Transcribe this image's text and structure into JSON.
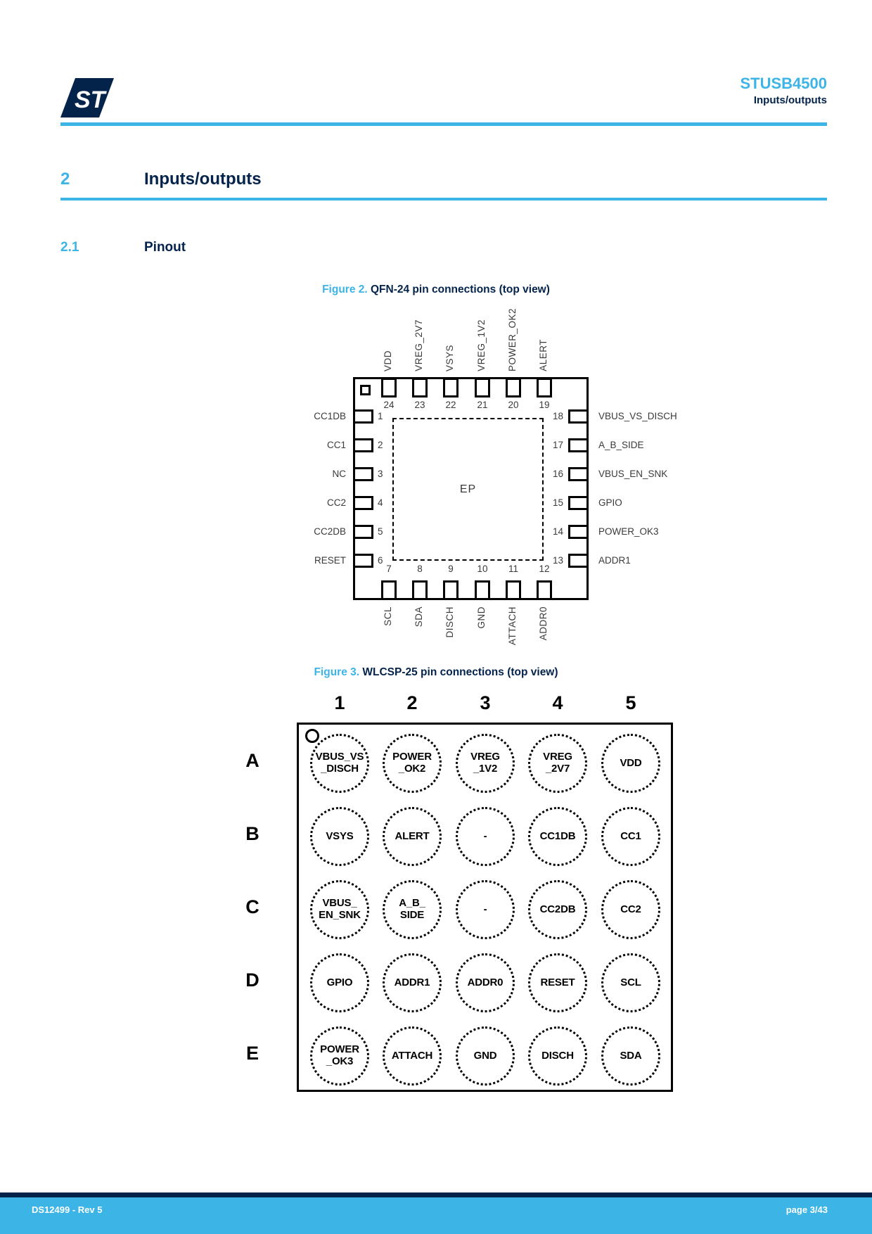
{
  "header": {
    "product": "STUSB4500",
    "subtitle": "Inputs/outputs",
    "logo_text": "ST"
  },
  "section": {
    "number": "2",
    "title": "Inputs/outputs"
  },
  "subsection": {
    "number": "2.1",
    "title": "Pinout"
  },
  "figure2": {
    "label": "Figure 2.",
    "title": "QFN-24 pin connections (top view)",
    "ep_label": "EP",
    "top_pins": [
      {
        "num": "24",
        "name": "VDD"
      },
      {
        "num": "23",
        "name": "VREG_2V7"
      },
      {
        "num": "22",
        "name": "VSYS"
      },
      {
        "num": "21",
        "name": "VREG_1V2"
      },
      {
        "num": "20",
        "name": "POWER_OK2"
      },
      {
        "num": "19",
        "name": "ALERT"
      }
    ],
    "bottom_pins": [
      {
        "num": "7",
        "name": "SCL"
      },
      {
        "num": "8",
        "name": "SDA"
      },
      {
        "num": "9",
        "name": "DISCH"
      },
      {
        "num": "10",
        "name": "GND"
      },
      {
        "num": "11",
        "name": "ATTACH"
      },
      {
        "num": "12",
        "name": "ADDR0"
      }
    ],
    "left_pins": [
      {
        "num": "1",
        "name": "CC1DB"
      },
      {
        "num": "2",
        "name": "CC1"
      },
      {
        "num": "3",
        "name": "NC"
      },
      {
        "num": "4",
        "name": "CC2"
      },
      {
        "num": "5",
        "name": "CC2DB"
      },
      {
        "num": "6",
        "name": "RESET"
      }
    ],
    "right_pins": [
      {
        "num": "18",
        "name": "VBUS_VS_DISCH"
      },
      {
        "num": "17",
        "name": "A_B_SIDE"
      },
      {
        "num": "16",
        "name": "VBUS_EN_SNK"
      },
      {
        "num": "15",
        "name": "GPIO"
      },
      {
        "num": "14",
        "name": "POWER_OK3"
      },
      {
        "num": "13",
        "name": "ADDR1"
      }
    ]
  },
  "figure3": {
    "label": "Figure 3.",
    "title": "WLCSP-25 pin connections (top view)",
    "columns": [
      "1",
      "2",
      "3",
      "4",
      "5"
    ],
    "rows": [
      "A",
      "B",
      "C",
      "D",
      "E"
    ],
    "balls": [
      [
        "VBUS_VS\n_DISCH",
        "POWER\n_OK2",
        "VREG\n_1V2",
        "VREG\n_2V7",
        "VDD"
      ],
      [
        "VSYS",
        "ALERT",
        "-",
        "CC1DB",
        "CC1"
      ],
      [
        "VBUS_\nEN_SNK",
        "A_B_\nSIDE",
        "-",
        "CC2DB",
        "CC2"
      ],
      [
        "GPIO",
        "ADDR1",
        "ADDR0",
        "RESET",
        "SCL"
      ],
      [
        "POWER\n_OK3",
        "ATTACH",
        "GND",
        "DISCH",
        "SDA"
      ]
    ]
  },
  "footer": {
    "left": "DS12499 - Rev 5",
    "right": "page 3/43"
  },
  "colors": {
    "azure": "#3CB4E6",
    "navy": "#03234B",
    "diagram_text": "#3A3A3A"
  }
}
